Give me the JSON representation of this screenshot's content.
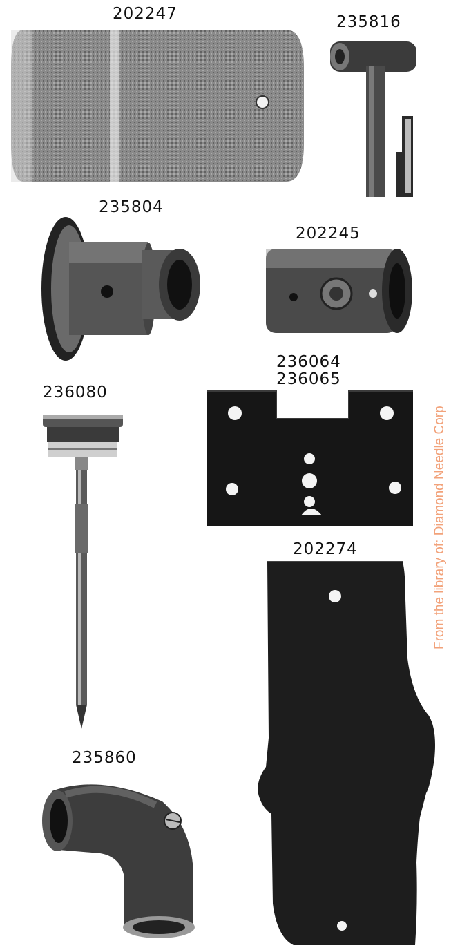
{
  "parts": [
    {
      "id": "p1",
      "number": "202247",
      "description_icon": "plate-rounded"
    },
    {
      "id": "p2",
      "number": "235816",
      "description_icon": "hook-bracket"
    },
    {
      "id": "p3",
      "number": "235804",
      "description_icon": "flanged-bushing"
    },
    {
      "id": "p4",
      "number": "202245",
      "description_icon": "cylinder-bushing"
    },
    {
      "id": "p5",
      "number": "236064",
      "description_icon": "slotted-plate"
    },
    {
      "id": "p6",
      "number": "236065",
      "description_icon": "slotted-plate"
    },
    {
      "id": "p7",
      "number": "236080",
      "description_icon": "needle-bar"
    },
    {
      "id": "p8",
      "number": "202274",
      "description_icon": "cover-plate"
    },
    {
      "id": "p9",
      "number": "235860",
      "description_icon": "elbow-fitting"
    }
  ],
  "watermark": {
    "text": "From the library of: Diamond Needle Corp",
    "color": "#f2a27a"
  },
  "colors": {
    "metal_dark": "#1a1a1a",
    "metal_mid": "#6b6b6b",
    "metal_light": "#bdbdbd"
  }
}
